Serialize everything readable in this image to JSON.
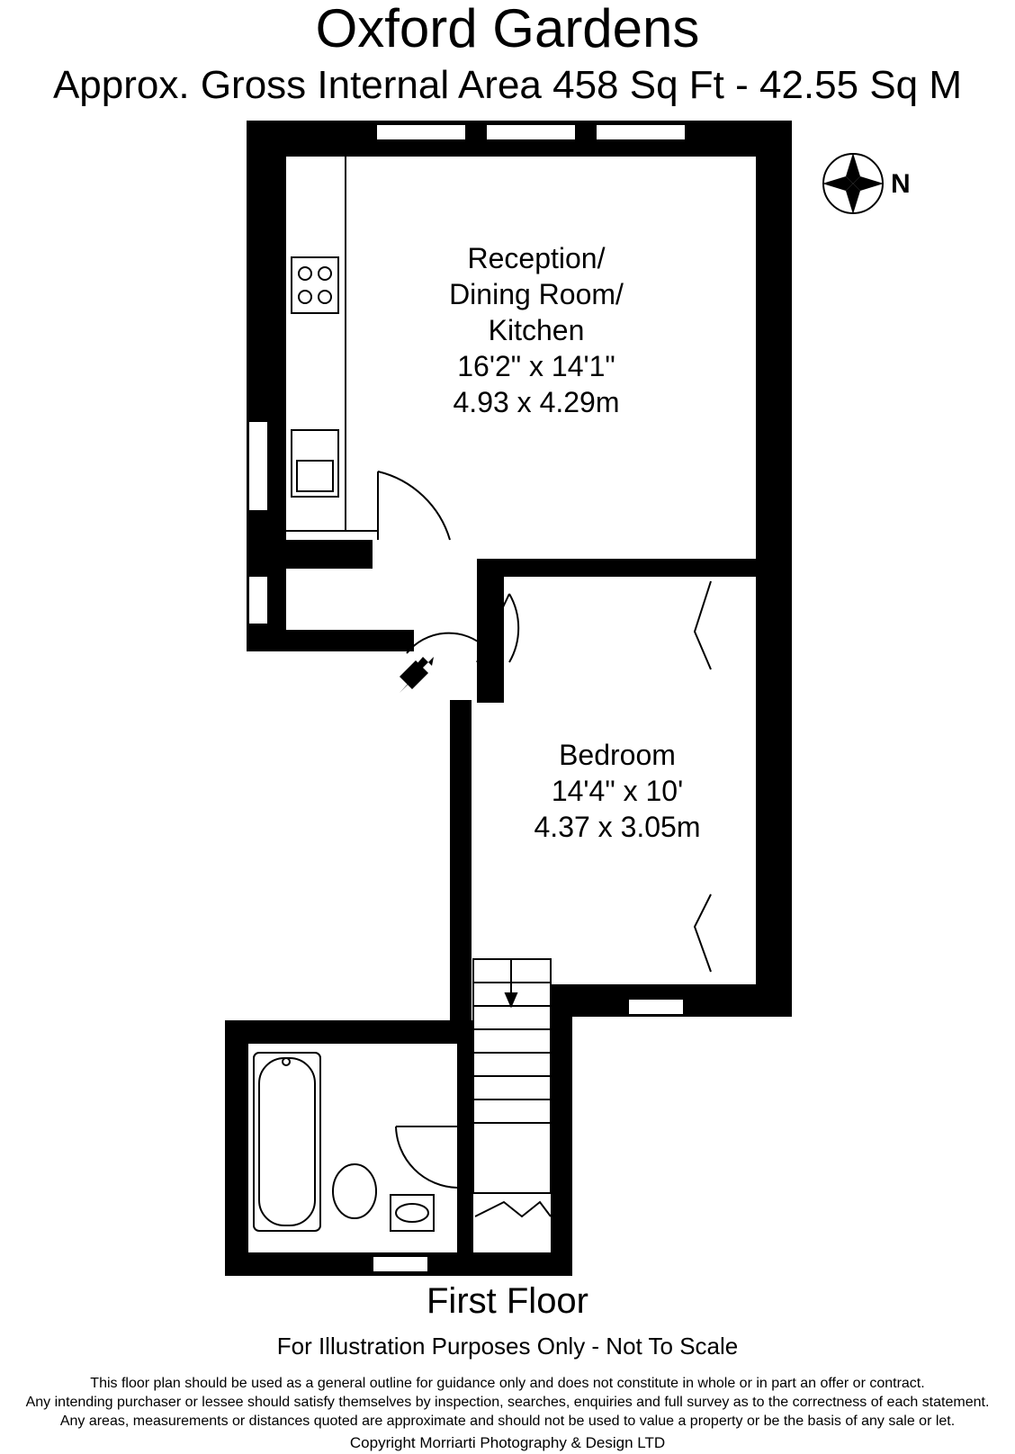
{
  "header": {
    "title": "Oxford Gardens",
    "area": "Approx. Gross Internal Area   458 Sq Ft  -  42.55 Sq M"
  },
  "compass": {
    "label": "N"
  },
  "rooms": {
    "reception": {
      "line1": "Reception/",
      "line2": "Dining Room/",
      "line3": "Kitchen",
      "imperial": "16'2\" x 14'1\"",
      "metric": "4.93 x 4.29m"
    },
    "bedroom": {
      "name": "Bedroom",
      "imperial": "14'4\" x 10'",
      "metric": "4.37 x 3.05m"
    }
  },
  "footer": {
    "floor": "First Floor",
    "illustration": "For Illustration Purposes Only - Not To Scale",
    "disclaimer_1": "This floor plan should be used as a general outline for guidance only and does not constitute in whole or in part an offer or contract.",
    "disclaimer_2": "Any intending purchaser or lessee should satisfy themselves by inspection, searches, enquiries and full survey as to the correctness of each statement.",
    "disclaimer_3": "Any areas, measurements or distances quoted are approximate and should not be used to value a property or be the basis of any sale or let.",
    "copyright": "Copyright Morriarti Photography & Design LTD"
  },
  "colors": {
    "wall": "#000000",
    "background": "#ffffff"
  }
}
